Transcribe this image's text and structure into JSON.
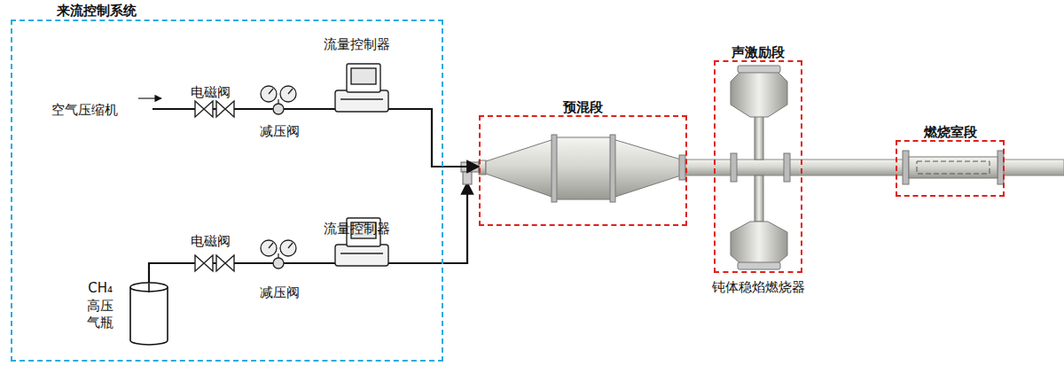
{
  "diagram": {
    "nodes": [
      {
        "text": [
          "来流控制系统"
        ]
      },
      {
        "text": [
          "预混段"
        ]
      },
      {
        "text": [
          "声激励段",
          "钝体稳焰燃烧器"
        ]
      },
      {
        "text": [
          "燃烧室段"
        ]
      }
    ],
    "edges": [
      {
        "from": 0,
        "to": 1,
        "arrow": "to"
      }
    ],
    "labels": [
      "空气压缩机",
      "电磁阀",
      "减压阀",
      "流量控制器",
      "流量控制器",
      "电磁阀",
      "减压阀",
      "CH₄ 高压 气瓶"
    ]
  }
}
